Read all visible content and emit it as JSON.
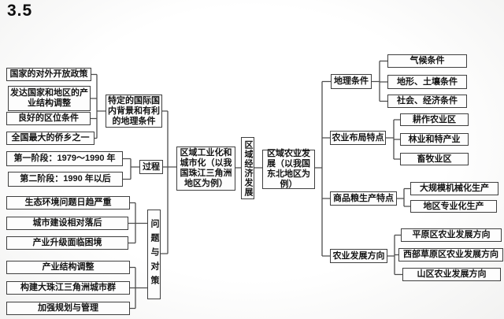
{
  "page": {
    "title": "3.5"
  },
  "diagram": {
    "root": "区域经济发展",
    "industrial": {
      "node": "区域工业化和城市化（以我国珠江三角洲地区为例）",
      "background": {
        "label": "特定的国际国内背景和有利的地理条件",
        "items": [
          "国家的对外开放政策",
          "发达国家和地区的产业结构调整",
          "良好的区位条件",
          "全国最大的侨乡之一"
        ]
      },
      "process": {
        "label": "过程",
        "items": [
          "第一阶段：1979～1990 年",
          "第二阶段：1990 年以后"
        ]
      },
      "problems": {
        "label": "问题与对策",
        "issues": [
          "生态环境问题日趋严重",
          "城市建设相对落后",
          "产业升级面临困境"
        ],
        "measures": [
          "产业结构调整",
          "构建大珠江三角洲城市群",
          "加强规划与管理"
        ]
      }
    },
    "agricultural": {
      "node": "区域农业发展（以我国东北地区为例）",
      "geographic": {
        "label": "地理条件",
        "items": [
          "气候条件",
          "地形、土壤条件",
          "社会、经济条件"
        ]
      },
      "layout": {
        "label": "农业布局特点",
        "items": [
          "耕作农业区",
          "林业和特产业",
          "畜牧业区"
        ]
      },
      "grain": {
        "label": "商品粮生产特点",
        "items": [
          "大规模机械化生产",
          "地区专业化生产"
        ]
      },
      "direction": {
        "label": "农业发展方向",
        "items": [
          "平原区农业发展方向",
          "西部草原区农业发展方向",
          "山区农业发展方向"
        ]
      }
    }
  }
}
